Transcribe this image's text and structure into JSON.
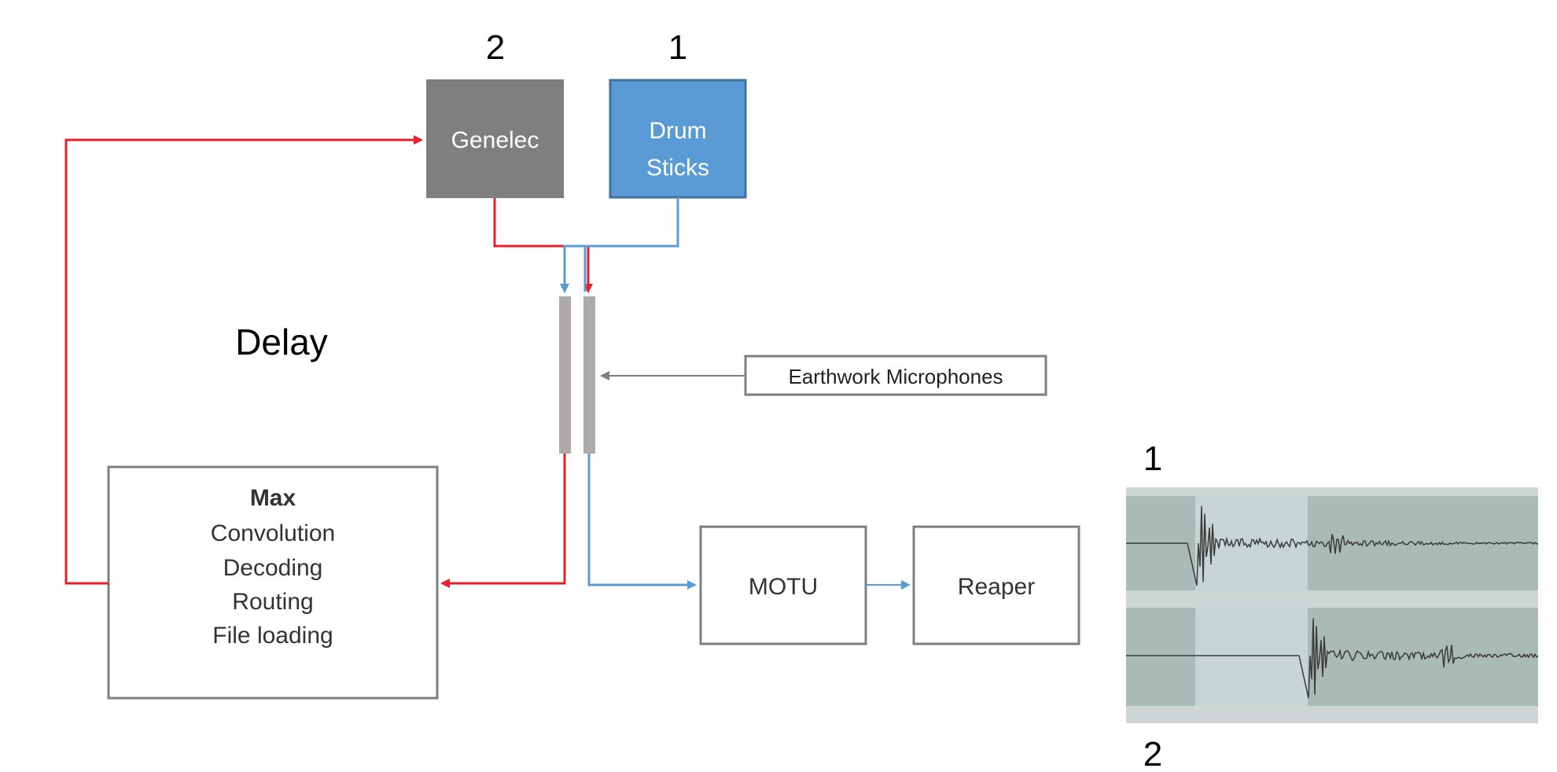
{
  "numbers": {
    "genelec_num": "2",
    "drum_num": "1",
    "wave_top_num": "1",
    "wave_bottom_num": "2"
  },
  "genelec": {
    "label": "Genelec"
  },
  "drum": {
    "line1": "Drum",
    "line2": "Sticks"
  },
  "delay": {
    "label": "Delay"
  },
  "earthwork": {
    "label": "Earthwork Microphones"
  },
  "max": {
    "title": "Max",
    "lines": [
      "Convolution",
      "Decoding",
      "Routing",
      "File loading"
    ]
  },
  "motu": {
    "label": "MOTU"
  },
  "reaper": {
    "label": "Reaper"
  },
  "colors": {
    "red": "#e8202a",
    "blue": "#5b9bd5",
    "genelec_fill": "#7f7f7f",
    "drum_fill": "#5b9bd5",
    "drum_stroke": "#41719c",
    "mic_fill": "#aeaaaa",
    "box_stroke": "#7f7f7f",
    "text_dark": "#404040",
    "wave_bg": "#a9bab7",
    "wave_highlight": "#c7d6d4",
    "wave_line": "#3a3a3a"
  }
}
